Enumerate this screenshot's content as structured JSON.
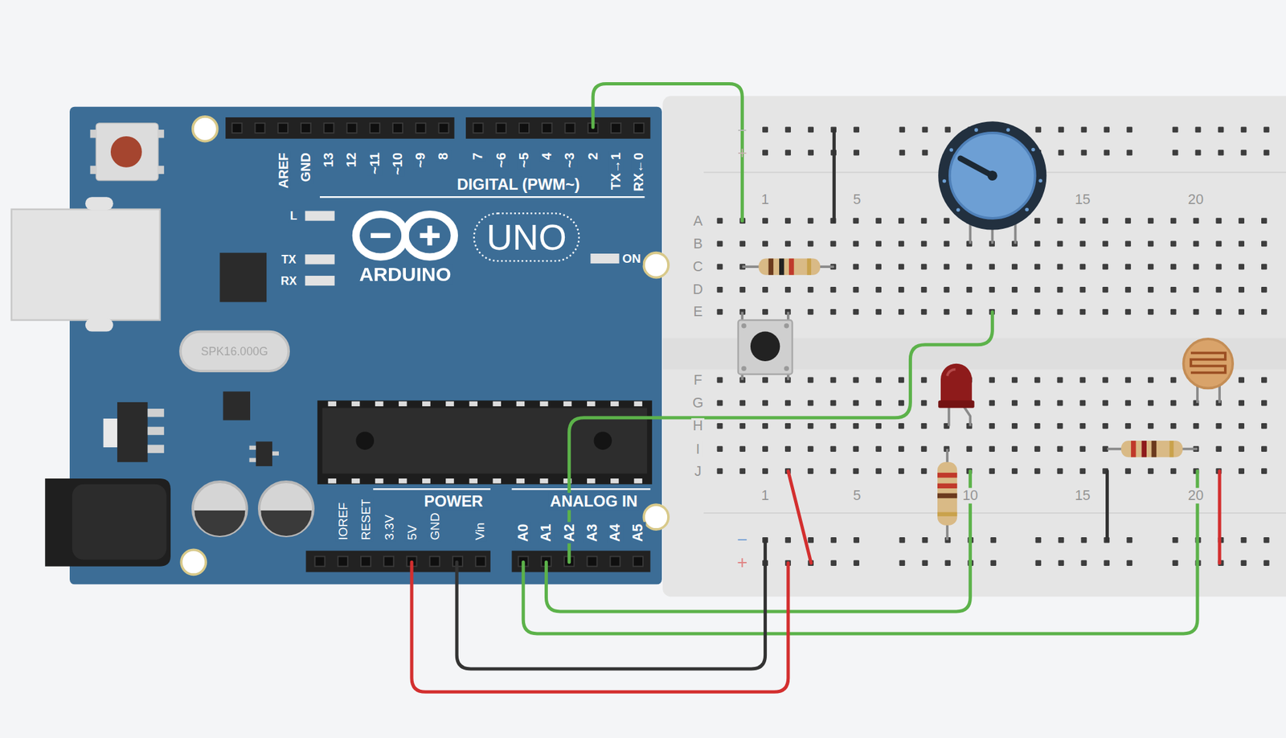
{
  "diagram": {
    "labels": [
      "AREF",
      "GND",
      "13",
      "12",
      "~11",
      "~10",
      "~9",
      "8",
      "7",
      "~6",
      "~5",
      "4",
      "~3",
      "2",
      "TX→1",
      "RX←0",
      "DIGITAL (PWM~)",
      "L",
      "TX",
      "RX",
      "ARDUINO",
      "UNO",
      "ON",
      "SPK16.000G",
      "IOREF",
      "RESET",
      "3.3V",
      "5V",
      "GND",
      "Vin",
      "POWER",
      "ANALOG IN",
      "A0",
      "A1",
      "A2",
      "A3",
      "A4",
      "A5",
      "−",
      "+",
      "1",
      "5",
      "15",
      "20",
      "A",
      "B",
      "C",
      "D",
      "E",
      "F",
      "G",
      "H",
      "I",
      "J",
      "1",
      "5",
      "10",
      "15",
      "20",
      "−",
      "+"
    ]
  }
}
